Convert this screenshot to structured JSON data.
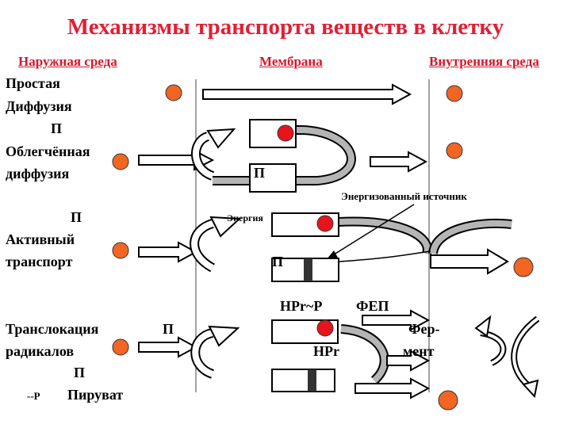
{
  "title": "Механизмы транспорта веществ в клетку",
  "headers": {
    "outer": "Наружная среда",
    "membrane": "Мембрана",
    "inner": "Внутренняя среда"
  },
  "rows": {
    "simple_1": "Простая",
    "simple_2": "Диффузия",
    "facilitated_p": "П",
    "facilitated_1": "Облегчённая",
    "facilitated_2": "диффузия",
    "facilitated_carrier_p": "П",
    "active_p": "П",
    "energy": "Энергия",
    "energized_source": "Энергизованный источник",
    "active_1": "Активный",
    "active_2": "транспорт",
    "active_carrier_p": "П",
    "hpr_p": "HPr~P",
    "fep": "ФЕП",
    "transl_1": "Транслокация",
    "transl_p": "П",
    "ferment_1": "Фер-",
    "transl_2": "радикалов",
    "hpr": "HPr",
    "ferment_2": "мент",
    "transl_p2": "П",
    "p_prefix": "--P",
    "pyruvate": "Пируват"
  },
  "colors": {
    "title_red": "#e21f33",
    "molecule_orange": "#f26522",
    "carrier_red": "#e8141c",
    "arrow_gray": "#b5b5b5"
  }
}
